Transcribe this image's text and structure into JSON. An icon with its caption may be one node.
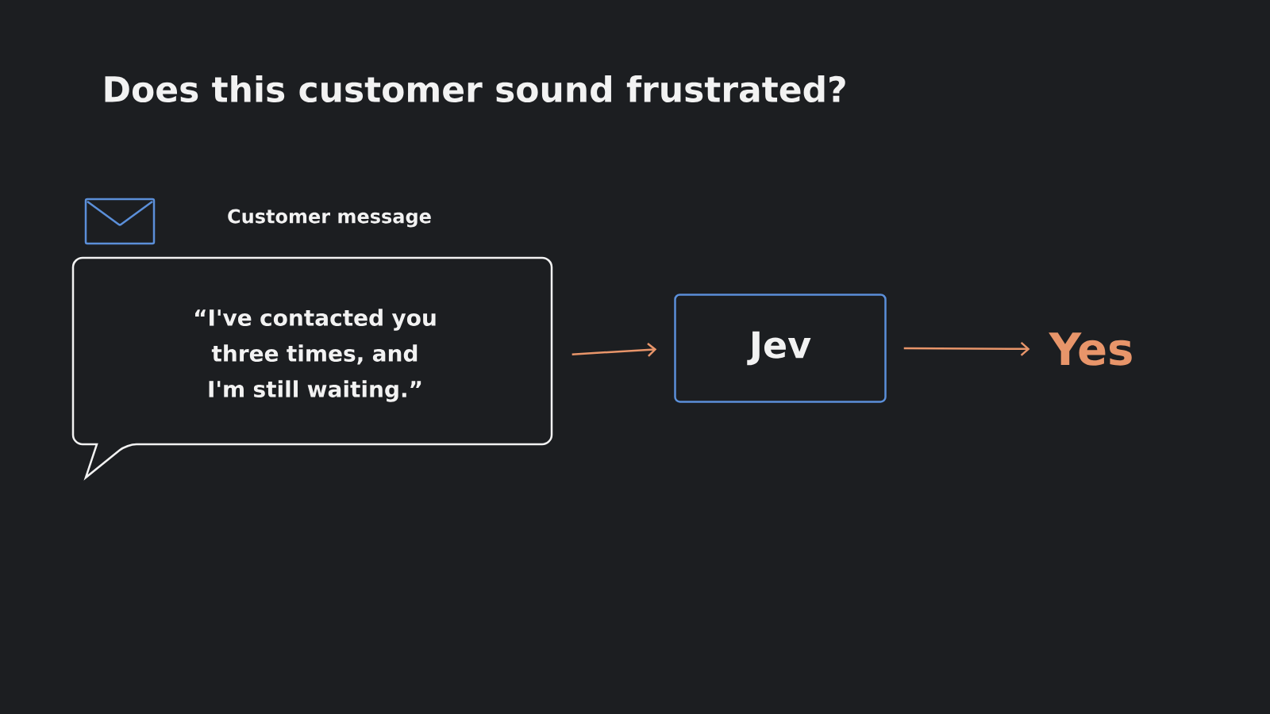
{
  "diagram": {
    "title": "Does this customer sound frustrated?",
    "nodes": [
      {
        "text": [
          "Customer message",
          "“I've contacted you three times, and I'm still waiting.”"
        ]
      },
      {
        "text": [
          "Jev"
        ]
      },
      {
        "text": [
          "Yes"
        ]
      }
    ],
    "edges": [
      {
        "from": 0,
        "to": 1,
        "arrow": "to"
      },
      {
        "from": 1,
        "to": 2,
        "arrow": "to"
      }
    ]
  }
}
